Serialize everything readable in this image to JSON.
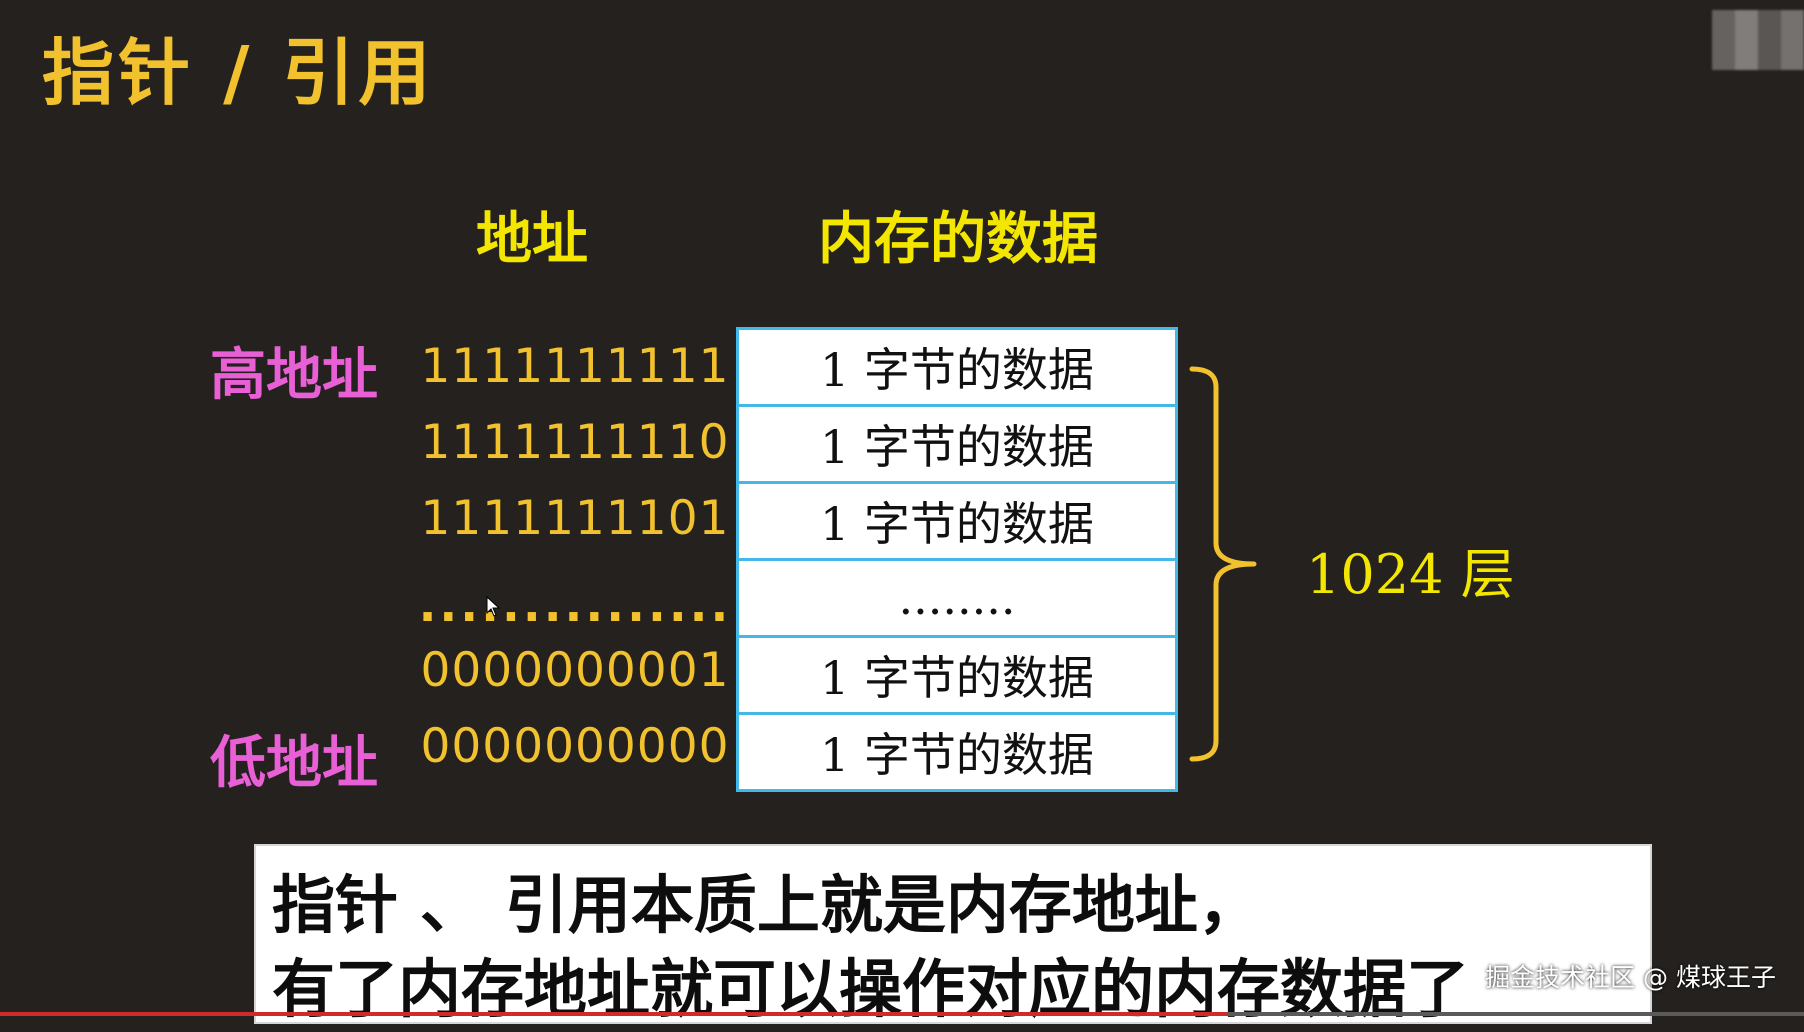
{
  "slide": {
    "title": "指针 / 引用",
    "address_header": "地址",
    "data_header": "内存的数据",
    "high_label": "高地址",
    "low_label": "低地址"
  },
  "rows": [
    {
      "address": "1111111111",
      "data": "1 字节的数据"
    },
    {
      "address": "1111111110",
      "data": "1 字节的数据"
    },
    {
      "address": "1111111101",
      "data": "1 字节的数据"
    },
    {
      "address": "...............",
      "data": "........"
    },
    {
      "address": "0000000001",
      "data": "1 字节的数据"
    },
    {
      "address": "0000000000",
      "data": "1 字节的数据"
    }
  ],
  "layer_count": "1024 层",
  "subtitle": {
    "line1": "指针 、 引用本质上就是内存地址，",
    "line2": "有了内存地址就可以操作对应的内存数据了"
  },
  "watermark": "掘金技术社区 @ 煤球王子",
  "colors": {
    "background": "#24211f",
    "title": "#f2c12e",
    "header": "#f3e600",
    "side_label": "#e85fd6",
    "address": "#f2c12e",
    "cell_border": "#45b8ea",
    "brace": "#f2c12e"
  },
  "video": {
    "progress": 0.68
  }
}
